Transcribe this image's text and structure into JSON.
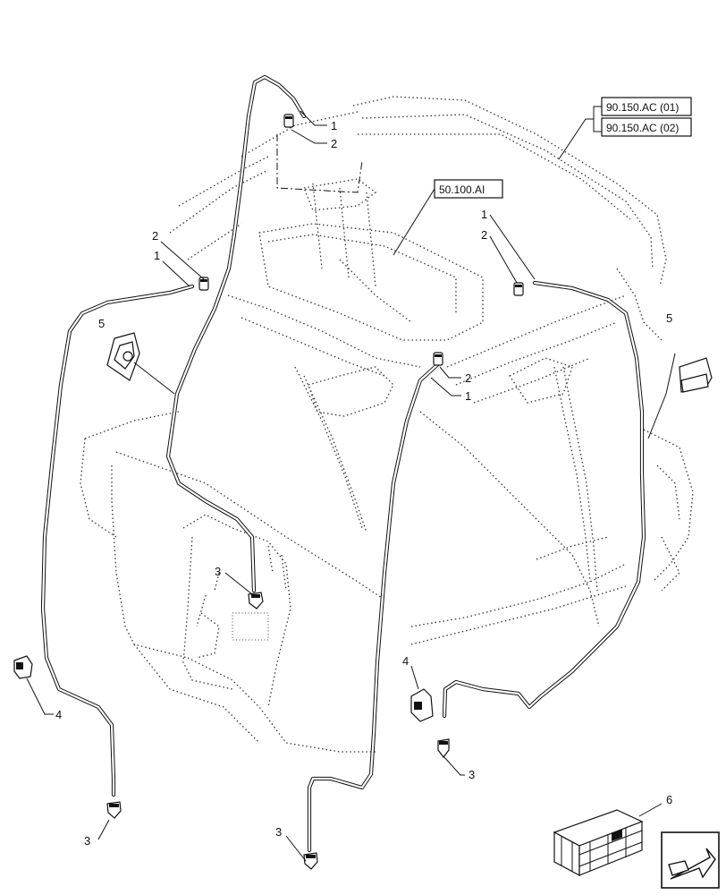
{
  "references": {
    "ref_a": "90.150.AC (01)",
    "ref_b": "90.150.AC (02)",
    "ref_c": "50.100.AI"
  },
  "callouts": {
    "c1_top": "1",
    "c2_top": "2",
    "c2_left": "2",
    "c1_left": "1",
    "c1_right": "1",
    "c2_right": "2",
    "c2_center": "2",
    "c1_center": "1",
    "c5_left": "5",
    "c5_right": "5",
    "c3_mid": "3",
    "c4_left": "4",
    "c4_center": "4",
    "c3_center": "3",
    "c3_bottom_left": "3",
    "c3_bottom_center": "3",
    "c6": "6"
  },
  "colors": {
    "line": "#111111",
    "dotted": "#333333",
    "background": "#ffffff"
  },
  "icons": {
    "crate": "crate-icon",
    "nav": "arrow-nav-icon"
  }
}
